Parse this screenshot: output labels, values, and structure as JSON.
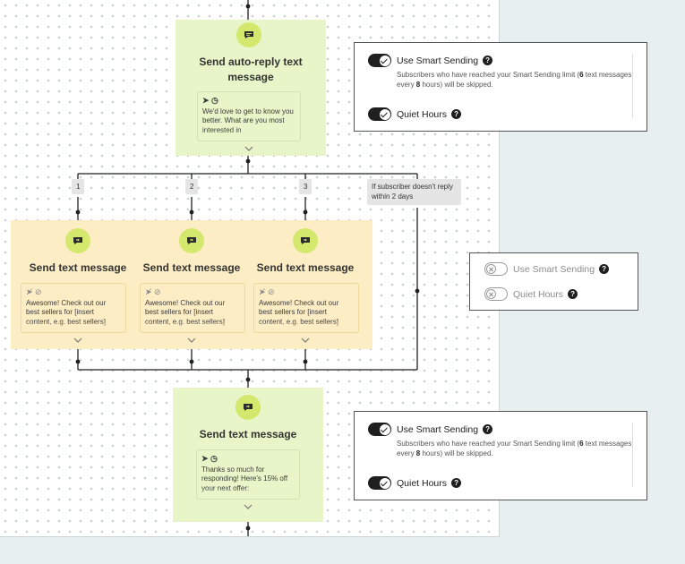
{
  "flow": {
    "top_node": {
      "title": "Send auto-reply text message",
      "preview": "We'd love to get to know you better. What are you most interested in"
    },
    "branches": [
      {
        "label": "1",
        "node": {
          "title": "Send text message",
          "preview": "Awesome! Check out our best sellers for [insert content, e.g. best sellers]"
        }
      },
      {
        "label": "2",
        "node": {
          "title": "Send text message",
          "preview": "Awesome! Check out our best sellers for [insert content, e.g. best sellers]"
        }
      },
      {
        "label": "3",
        "node": {
          "title": "Send text message",
          "preview": "Awesome! Check out our best sellers for [insert content, e.g. best sellers]"
        }
      }
    ],
    "no_reply_label": "If subscriber doesn't reply within 2 days",
    "bottom_node": {
      "title": "Send text message",
      "preview": "Thanks so much for responding! Here's 15% off your next offer:"
    }
  },
  "panels": {
    "top": {
      "smart_sending_label": "Use Smart Sending",
      "description_pre": "Subscribers who have reached your Smart Sending limit (",
      "limit_count": "6",
      "description_mid": " text messages every ",
      "limit_hours": "8",
      "description_post": " hours) will be skipped.",
      "quiet_hours_label": "Quiet Hours",
      "smart_sending_on": true,
      "quiet_hours_on": true
    },
    "middle": {
      "smart_sending_label": "Use Smart Sending",
      "quiet_hours_label": "Quiet Hours",
      "smart_sending_on": false,
      "quiet_hours_on": false
    },
    "bottom": {
      "smart_sending_label": "Use Smart Sending",
      "description_pre": "Subscribers who have reached your Smart Sending limit (",
      "limit_count": "6",
      "description_mid": " text messages every ",
      "limit_hours": "8",
      "description_post": " hours) will be skipped.",
      "quiet_hours_label": "Quiet Hours",
      "smart_sending_on": true,
      "quiet_hours_on": true
    }
  },
  "icons": {
    "node_icon": "sms-chat-icon",
    "send_icon": "send-arrow-icon",
    "clock_icon": "clock-icon",
    "smart_sending_off_icon": "send-off-icon",
    "quiet_off_icon": "blocked-icon",
    "help_icon": "question-icon",
    "chevron_icon": "chevron-down-icon"
  },
  "colors": {
    "green_block": "#e8f5c8",
    "yellow_block": "#fdedc4",
    "icon_circle": "#d3e86d",
    "toggle_on": "#1f1f1f"
  }
}
